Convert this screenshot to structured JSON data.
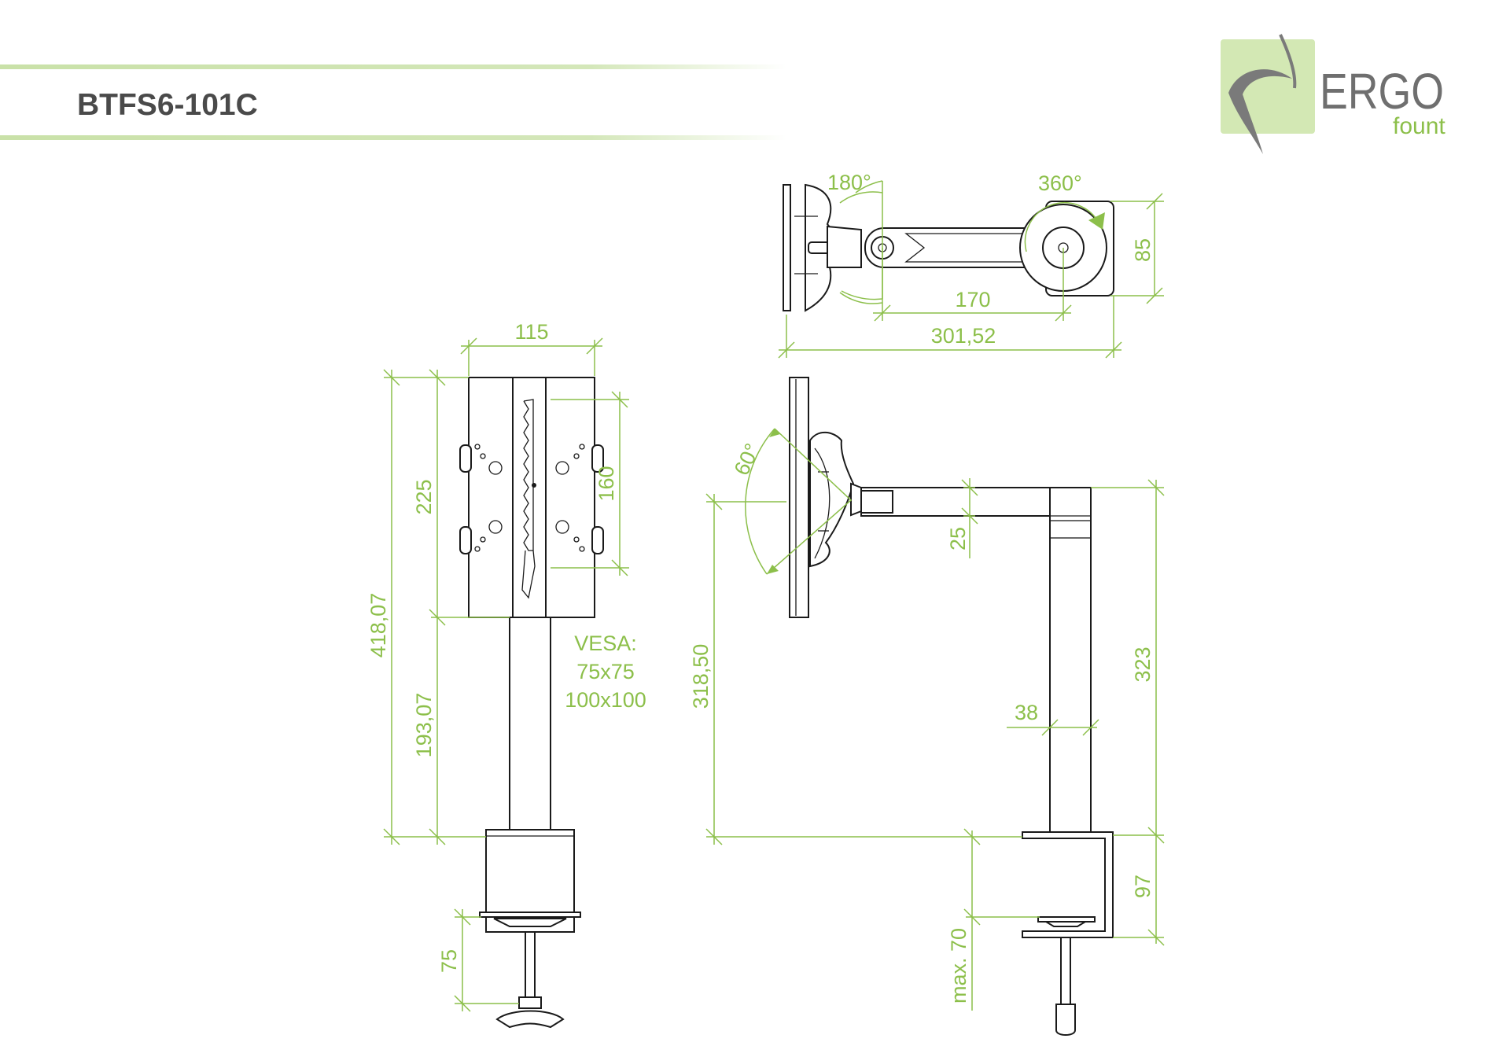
{
  "header": {
    "model": "BTFS6-101C",
    "accent_color": "#8cbf4a",
    "rule_color": "#c9e1a8"
  },
  "logo": {
    "word": "ERGO",
    "sub": "fount",
    "box_color": "#d3e8b4",
    "text_color": "#6f6f6f",
    "sub_color": "#8cbf4a"
  },
  "top_view": {
    "angle_tilt": "180°",
    "angle_rotate": "360°",
    "dim_arm": "170",
    "dim_total": "301,52",
    "dim_height": "85"
  },
  "front_view": {
    "dim_width": "115",
    "dim_total": "418,07",
    "dim_upper": "225",
    "dim_lower": "193,07",
    "dim_vesa_span": "160",
    "dim_clamp": "75",
    "vesa_label": "VESA:",
    "vesa_1": "75x75",
    "vesa_2": "100x100"
  },
  "side_view": {
    "angle_tilt": "60°",
    "dim_arm_thickness": "25",
    "dim_arm_height": "318,50",
    "dim_pole_height": "323",
    "dim_pole_width": "38",
    "dim_clamp_height": "97",
    "dim_desk_max": "max. 70"
  }
}
